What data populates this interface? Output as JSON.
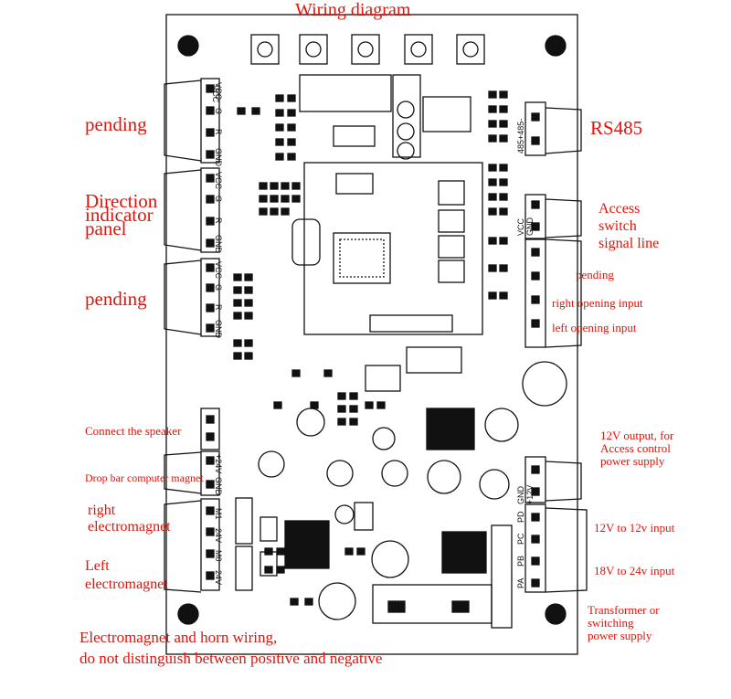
{
  "title": "Wiring diagram",
  "labels": {
    "pending_1": "pending",
    "direction_line1": "Direction",
    "direction_line2": "indicator",
    "direction_line3": "panel",
    "pending_2": "pending",
    "speaker": "Connect the speaker",
    "drop_bar": "Drop bar computer magnet",
    "right_em_1": "right",
    "right_em_2": "electromagnet",
    "left_em_1": "Left",
    "left_em_2": "electromagnet",
    "wiring_note_1": "Electromagnet and horn wiring,",
    "wiring_note_2": "do not distinguish between positive and negative",
    "rs485": "RS485",
    "access_1": "Access",
    "access_2": "switch",
    "access_3": "signal line",
    "pending_3": "pending",
    "right_open": "right  opening input",
    "left_open": "left  opening input",
    "out12_1": "12V output, for",
    "out12_2": "Access control",
    "out12_3": "power supply",
    "in12": "12V to 12v input",
    "in24": "18V to 24v input",
    "trans_1": "Transformer or",
    "trans_2": "switching",
    "trans_3": "power supply"
  },
  "pins": {
    "vcc": "VCC",
    "g": "G",
    "r": "R",
    "gnd": "GND",
    "plus24": "+24V",
    "m1": "M1",
    "m0": "M0",
    "v24": "24V",
    "rs485pins": "485+485-",
    "vccgnd": "VCC GND",
    "gndplus12": "GND +12V",
    "pd": "PD",
    "pc": "PC",
    "pb": "PB",
    "pa": "PA"
  },
  "colors": {
    "annotation": "#e0140a",
    "board_line": "#111111"
  }
}
